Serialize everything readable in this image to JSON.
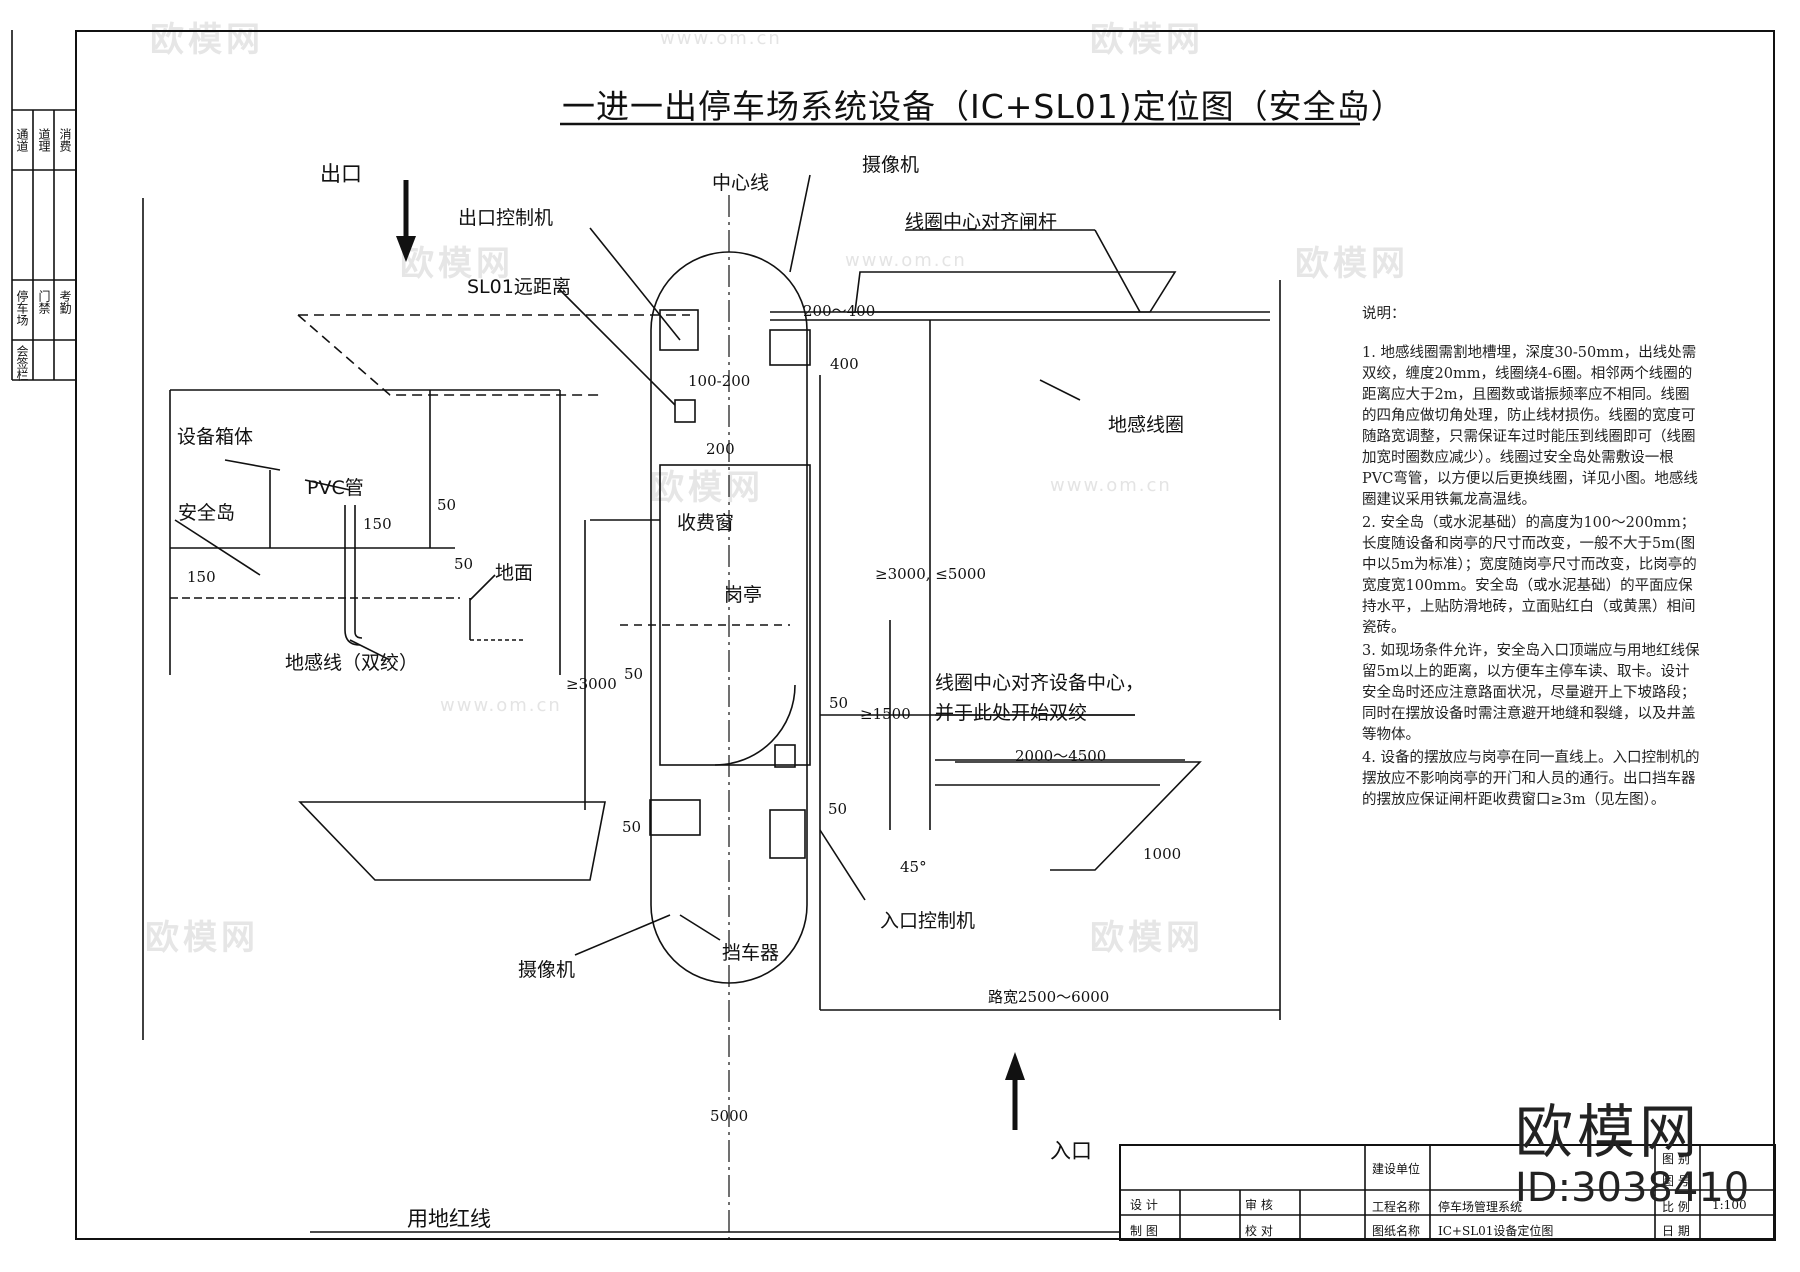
{
  "title": "一进一出停车场系统设备（IC+SL01)定位图（安全岛）",
  "labels": {
    "exit": "出口",
    "entrance": "入口",
    "center_line": "中心线",
    "camera_top": "摄像机",
    "camera_bottom": "摄像机",
    "exit_controller": "出口控制机",
    "sl01": "SL01远距离",
    "loop_align_gate": "线圈中心对齐闸杆",
    "ground_loop": "地感线圈",
    "equipment_box": "设备箱体",
    "pvc_pipe": "PVC管",
    "safety_island": "安全岛",
    "ground": "地面",
    "ground_wire": "地感线（双绞）",
    "toll_window": "收费窗",
    "booth": "岗亭",
    "loop_align_device_1": "线圈中心对齐设备中心，",
    "loop_align_device_2": "并于此处开始双绞",
    "entrance_controller": "入口控制机",
    "barrier": "挡车器",
    "red_line": "用地红线"
  },
  "dims": {
    "d200_400": "200～400",
    "d400": "400",
    "d100_200": "100-200",
    "d200": "200",
    "d50a": "50",
    "d150a": "150",
    "d50b": "50",
    "d150b": "150",
    "d3000_5000": "≥3000, ≤5000",
    "d3000": "≥3000",
    "d50c": "50",
    "d50d": "50",
    "d1500": "≥1500",
    "d2000_4500": "2000～4500",
    "d50e": "50",
    "d50f": "50",
    "d45": "45°",
    "d1000": "1000",
    "road_width": "路宽2500～6000",
    "d5000": "5000"
  },
  "notes": {
    "head": "说明：",
    "n1": "1. 地感线圈需割地槽埋，深度30-50mm，出线处需双绞，缠度20mm，线圈绕4-6圈。相邻两个线圈的距离应大于2m，且圈数或谐振频率应不相同。线圈的四角应做切角处理，防止线材损伤。线圈的宽度可随路宽调整，只需保证车过时能压到线圈即可（线圈加宽时圈数应减少）。线圈过安全岛处需敷设一根PVC弯管，以方便以后更换线圈，详见小图。地感线圈建议采用铁氟龙高温线。",
    "n2": "2. 安全岛（或水泥基础）的高度为100～200mm；长度随设备和岗亭的尺寸而改变，一般不大于5m(图中以5m为标准）；宽度随岗亭尺寸而改变，比岗亭的宽度宽100mm。安全岛（或水泥基础）的平面应保持水平，上贴防滑地砖，立面贴红白（或黄黑）相间瓷砖。",
    "n3": "3. 如现场条件允许，安全岛入口顶端应与用地红线保留5m以上的距离，以方便车主停车读、取卡。设计安全岛时还应注意路面状况，尽量避开上下坡路段；同时在摆放设备时需注意避开地缝和裂缝，以及井盖等物体。",
    "n4": "4. 设备的摆放应与岗亭在同一直线上。入口控制机的摆放应不影响岗亭的开门和人员的通行。出口挡车器的摆放应保证闸杆距收费窗口≥3m（见左图）。"
  },
  "side_strip": {
    "col1": "通道",
    "col2": "道理",
    "col3": "消费",
    "col4": "停车场",
    "col5": "门禁",
    "col6": "考勤",
    "col7": "会签栏"
  },
  "title_block": {
    "unit": "建设单位",
    "project_name_label": "工程名称",
    "project_name": "停车场管理系统",
    "drawing_name_label": "图纸名称",
    "drawing_name": "IC+SL01设备定位图",
    "design": "设 计",
    "review": "审 核",
    "draw": "制 图",
    "check": "校 对",
    "category": "图 别",
    "number": "图 号",
    "scale": "比 例",
    "scale_value": "1:100",
    "date": "日 期"
  },
  "watermark": {
    "brand": "欧模网",
    "url": "www.om.cn",
    "id": "ID:3038410"
  }
}
